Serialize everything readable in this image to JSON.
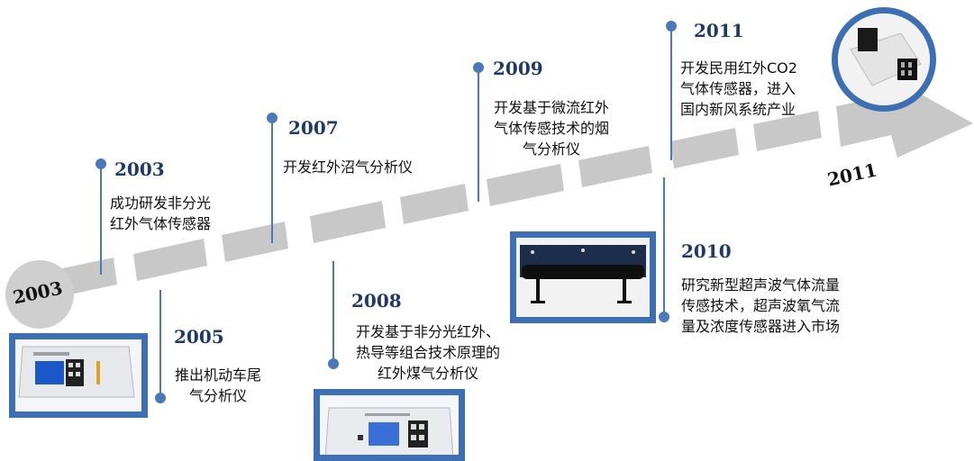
{
  "timeline": {
    "start_label": "2003",
    "end_label": "2011",
    "milestones": [
      {
        "year": "2003",
        "text": "成功研发非分光\n红外气体传感器"
      },
      {
        "year": "2005",
        "text": "推出机动车尾\n气分析仪"
      },
      {
        "year": "2007",
        "text": "开发红外沼气分析仪"
      },
      {
        "year": "2008",
        "text": "开发基于非分光红外、\n热导等组合技术原理的\n红外煤气分析仪"
      },
      {
        "year": "2009",
        "text": "开发基于微流红外\n气体传感技术的烟\n气分析仪"
      },
      {
        "year": "2010",
        "text": "研究新型超声波气体流量\n传感技术，超声波氧气流\n量及浓度传感器进入市场"
      },
      {
        "year": "2011",
        "text": "开发民用红外CO2\n气体传感器，进入\n国内新风系统产业"
      }
    ]
  },
  "colors": {
    "accent_blue": "#3c6fb4",
    "year_text": "#1f3a68",
    "arrow_gray": "#c8c8c8",
    "connector_blue": "#4a78b8"
  }
}
